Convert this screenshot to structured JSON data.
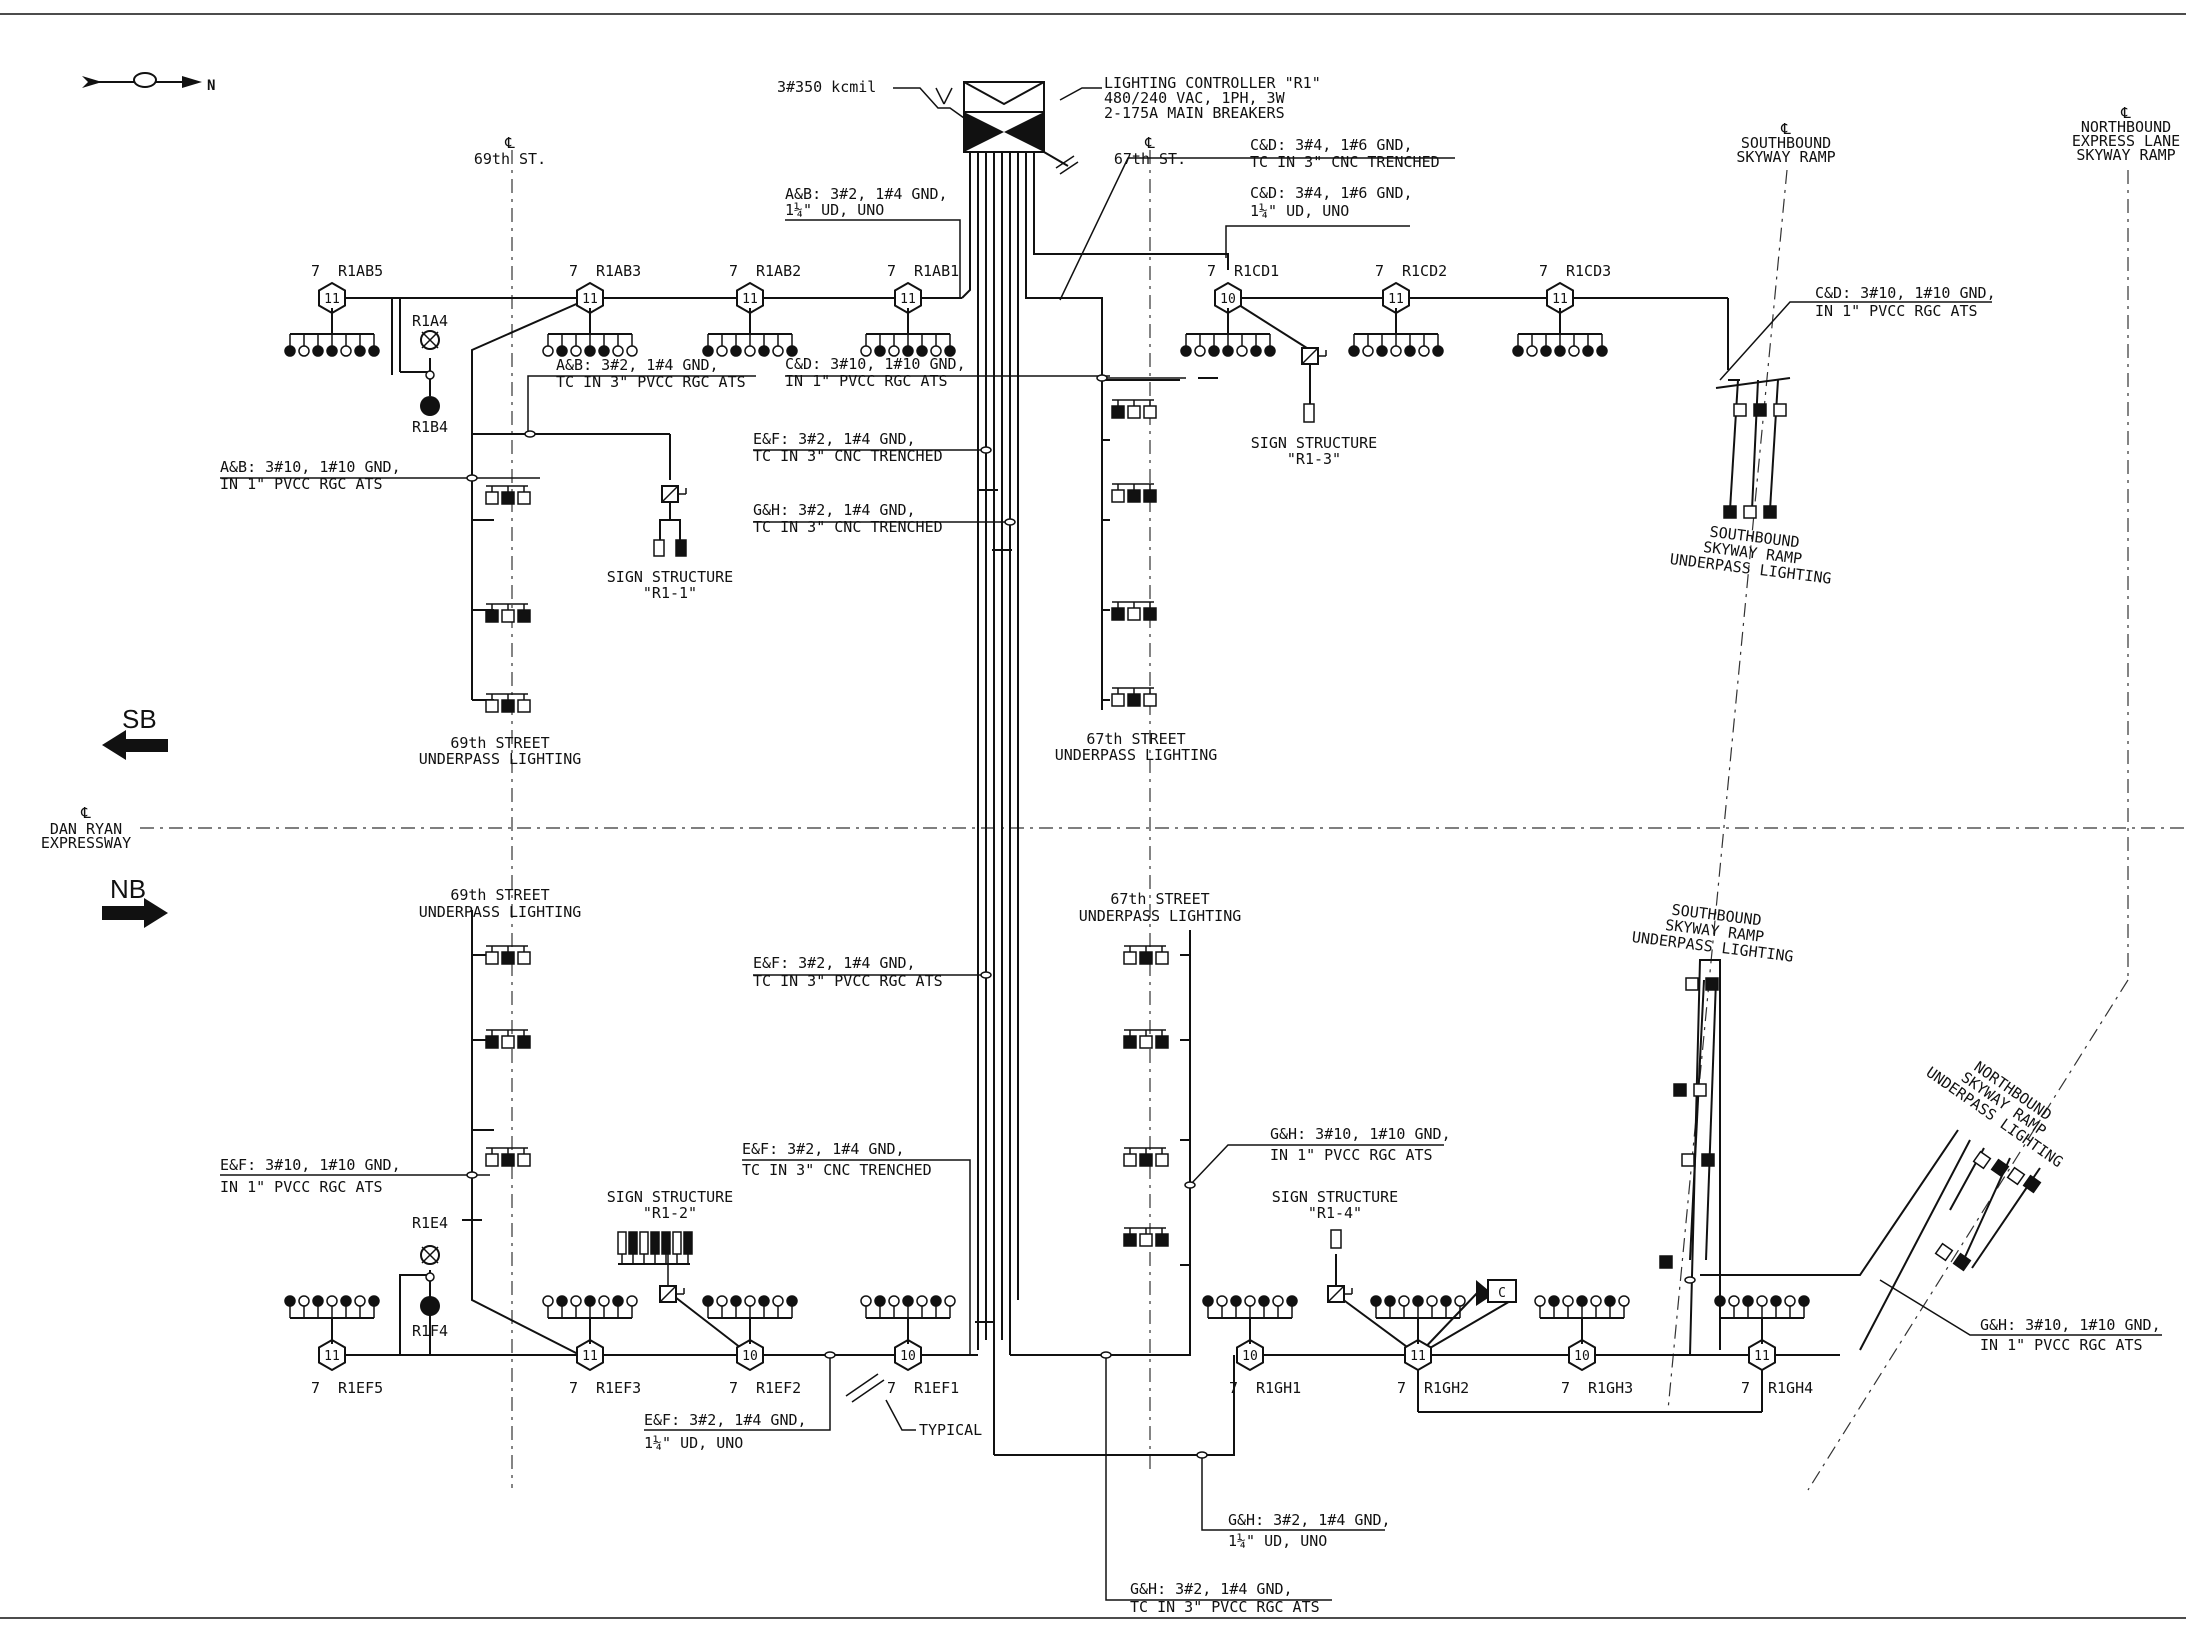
{
  "north_arrow": {
    "icon": "north-arrow-icon",
    "label": "N"
  },
  "directions": {
    "sb": "SB",
    "nb": "NB"
  },
  "centerlines": {
    "st69_top": [
      "℄",
      "69th ST."
    ],
    "st67_top": [
      "℄",
      "67th ST."
    ],
    "sb_ramp": [
      "℄",
      "SOUTHBOUND",
      "SKYWAY RAMP"
    ],
    "nb_express": [
      "℄",
      "NORTHBOUND",
      "EXPRESS LANE",
      "SKYWAY RAMP"
    ],
    "dan_ryan": [
      "℄",
      "DAN RYAN",
      "EXPRESSWAY"
    ]
  },
  "controller": {
    "feed": "3#350 kcmil",
    "lines": [
      "LIGHTING CONTROLLER \"R1\"",
      "480/240 VAC, 1PH, 3W",
      "2-175A MAIN BREAKERS"
    ]
  },
  "callouts": {
    "ab_ud": [
      "A&B: 3#2, 1#4 GND,",
      "1¼\" UD, UNO"
    ],
    "cd_trench": [
      "C&D: 3#4, 1#6 GND,",
      "TC IN 3\" CNC TRENCHED"
    ],
    "cd_ud": [
      "C&D: 3#4, 1#6 GND,",
      "1¼\" UD, UNO"
    ],
    "cd_ramp": [
      "C&D: 3#10, 1#10 GND,",
      "IN 1\" PVCC RGC ATS"
    ],
    "ab_pvcc": [
      "A&B: 3#2, 1#4 GND,",
      "TC IN 3\" PVCC RGC ATS"
    ],
    "cd_pvcc": [
      "C&D: 3#10, 1#10 GND,",
      "IN 1\" PVCC RGC ATS"
    ],
    "ab_rgc": [
      "A&B: 3#10, 1#10 GND,",
      "IN 1\" PVCC RGC ATS"
    ],
    "ef_trench_top": [
      "E&F: 3#2, 1#4 GND,",
      "TC IN 3\" CNC TRENCHED"
    ],
    "gh_trench_top": [
      "G&H: 3#2, 1#4 GND,",
      "TC IN 3\" CNC TRENCHED"
    ],
    "ef_rgc_mid": [
      "E&F: 3#2, 1#4 GND,",
      "TC IN 3\" PVCC RGC ATS"
    ],
    "ef_rgc_low": [
      "E&F: 3#10, 1#10 GND,",
      "IN 1\" PVCC RGC ATS"
    ],
    "ef_trench_low": [
      "E&F: 3#2, 1#4 GND,",
      "TC IN 3\" CNC TRENCHED"
    ],
    "gh_rgc_low": [
      "G&H: 3#10, 1#10 GND,",
      "IN 1\" PVCC RGC ATS"
    ],
    "gh_ramp": [
      "G&H: 3#10, 1#10 GND,",
      "IN 1\" PVCC RGC ATS"
    ],
    "ef_ud": [
      "E&F: 3#2, 1#4 GND,",
      "1¼\" UD, UNO"
    ],
    "gh_ud": [
      "G&H: 3#2, 1#4 GND,",
      "1¼\" UD, UNO"
    ],
    "gh_pvcc_bottom": [
      "G&H: 3#2, 1#4 GND,",
      "TC IN 3\" PVCC RGC ATS"
    ],
    "typical": [
      "TYPICAL"
    ]
  },
  "poles": {
    "R1AB5": {
      "num": "7",
      "id": "R1AB5",
      "size": "11"
    },
    "R1AB3": {
      "num": "7",
      "id": "R1AB3",
      "size": "11"
    },
    "R1AB2": {
      "num": "7",
      "id": "R1AB2",
      "size": "11"
    },
    "R1AB1": {
      "num": "7",
      "id": "R1AB1",
      "size": "11"
    },
    "R1CD1": {
      "num": "7",
      "id": "R1CD1",
      "size": "10"
    },
    "R1CD2": {
      "num": "7",
      "id": "R1CD2",
      "size": "11"
    },
    "R1CD3": {
      "num": "7",
      "id": "R1CD3",
      "size": "11"
    },
    "R1EF5": {
      "num": "7",
      "id": "R1EF5",
      "size": "11"
    },
    "R1EF3": {
      "num": "7",
      "id": "R1EF3",
      "size": "11"
    },
    "R1EF2": {
      "num": "7",
      "id": "R1EF2",
      "size": "10"
    },
    "R1EF1": {
      "num": "7",
      "id": "R1EF1",
      "size": "10"
    },
    "R1GH1": {
      "num": "7",
      "id": "R1GH1",
      "size": "10"
    },
    "R1GH2": {
      "num": "7",
      "id": "R1GH2",
      "size": "11"
    },
    "R1GH3": {
      "num": "7",
      "id": "R1GH3",
      "size": "10"
    },
    "R1GH4": {
      "num": "7",
      "id": "R1GH4",
      "size": "11"
    }
  },
  "lights": {
    "r1a4": "R1A4",
    "r1b4": "R1B4",
    "r1e4": "R1E4",
    "r1f4": "R1F4"
  },
  "labels": {
    "sign_r1_1": [
      "SIGN STRUCTURE",
      "\"R1-1\""
    ],
    "sign_r1_3": [
      "SIGN STRUCTURE",
      "\"R1-3\""
    ],
    "sign_r1_2": [
      "SIGN STRUCTURE",
      "\"R1-2\""
    ],
    "sign_r1_4": [
      "SIGN STRUCTURE",
      "\"R1-4\""
    ],
    "up69_sb": [
      "69th STREET",
      "UNDERPASS LIGHTING"
    ],
    "up67_sb": [
      "67th STREET",
      "UNDERPASS LIGHTING"
    ],
    "up69_nb": [
      "69th STREET",
      "UNDERPASS LIGHTING"
    ],
    "up67_nb": [
      "67th STREET",
      "UNDERPASS LIGHTING"
    ],
    "sb_ramp_top": [
      "SOUTHBOUND",
      "SKYWAY RAMP",
      "UNDERPASS LIGHTING"
    ],
    "sb_ramp_low": [
      "SOUTHBOUND",
      "SKYWAY RAMP",
      "UNDERPASS LIGHTING"
    ],
    "nb_ramp": [
      "NORTHBOUND",
      "SKYWAY RAMP",
      "UNDERPASS LIGHTING"
    ],
    "camera": "C"
  }
}
